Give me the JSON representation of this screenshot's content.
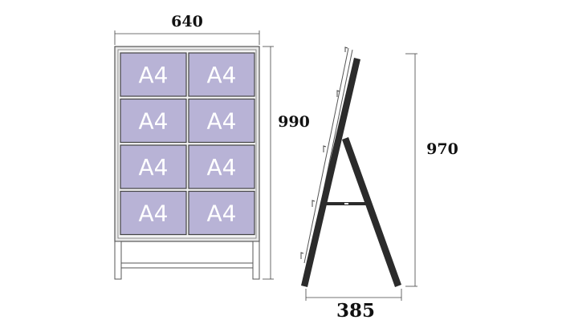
{
  "dimensions": {
    "front_width": "640",
    "front_height": "990",
    "side_height": "970",
    "side_depth": "385"
  },
  "slot_label": "A4",
  "slot_grid": {
    "rows": 4,
    "cols": 2
  },
  "colors": {
    "slot_fill": "#b8b3d6",
    "frame_fill": "#e9e9e9",
    "frame_stroke": "#555555",
    "stand_fill": "#2b2b2b",
    "dimension_line": "#444444",
    "label_text": "#111111"
  }
}
